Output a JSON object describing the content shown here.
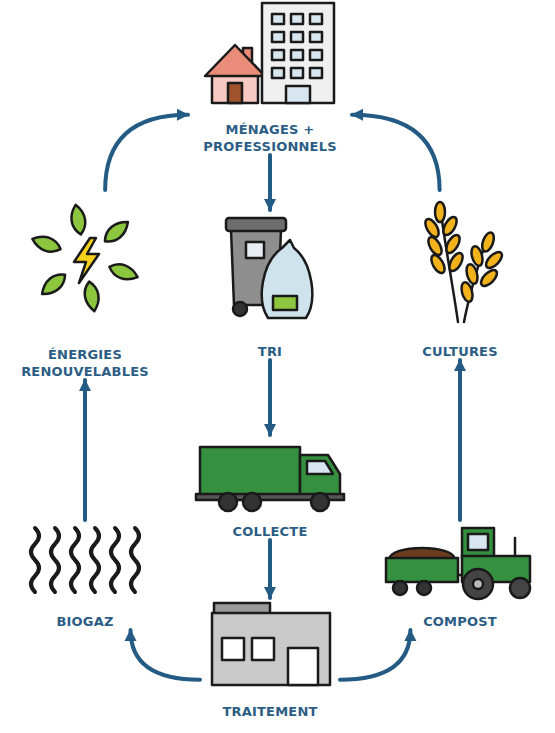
{
  "diagram": {
    "nodes": [
      {
        "text": [
          "MÉNAGES + PROFESSIONNELS"
        ]
      },
      {
        "text": [
          "TRI"
        ]
      },
      {
        "text": [
          "COLLECTE"
        ]
      },
      {
        "text": [
          "TRAITEMENT"
        ]
      },
      {
        "text": [
          "BIOGAZ"
        ]
      },
      {
        "text": [
          "ÉNERGIES RENOUVELABLES"
        ]
      },
      {
        "text": [
          "COMPOST"
        ]
      },
      {
        "text": [
          "CULTURES"
        ]
      }
    ],
    "edges": [
      {
        "from": 0,
        "to": 1,
        "arrow": "to"
      },
      {
        "from": 1,
        "to": 2,
        "arrow": "to"
      },
      {
        "from": 2,
        "to": 3,
        "arrow": "to"
      },
      {
        "from": 3,
        "to": 4,
        "arrow": "to"
      },
      {
        "from": 4,
        "to": 5,
        "arrow": "to"
      },
      {
        "from": 5,
        "to": 0,
        "arrow": "to"
      },
      {
        "from": 3,
        "to": 6,
        "arrow": "to"
      },
      {
        "from": 6,
        "to": 7,
        "arrow": "to"
      },
      {
        "from": 7,
        "to": 0,
        "arrow": "to"
      }
    ]
  }
}
